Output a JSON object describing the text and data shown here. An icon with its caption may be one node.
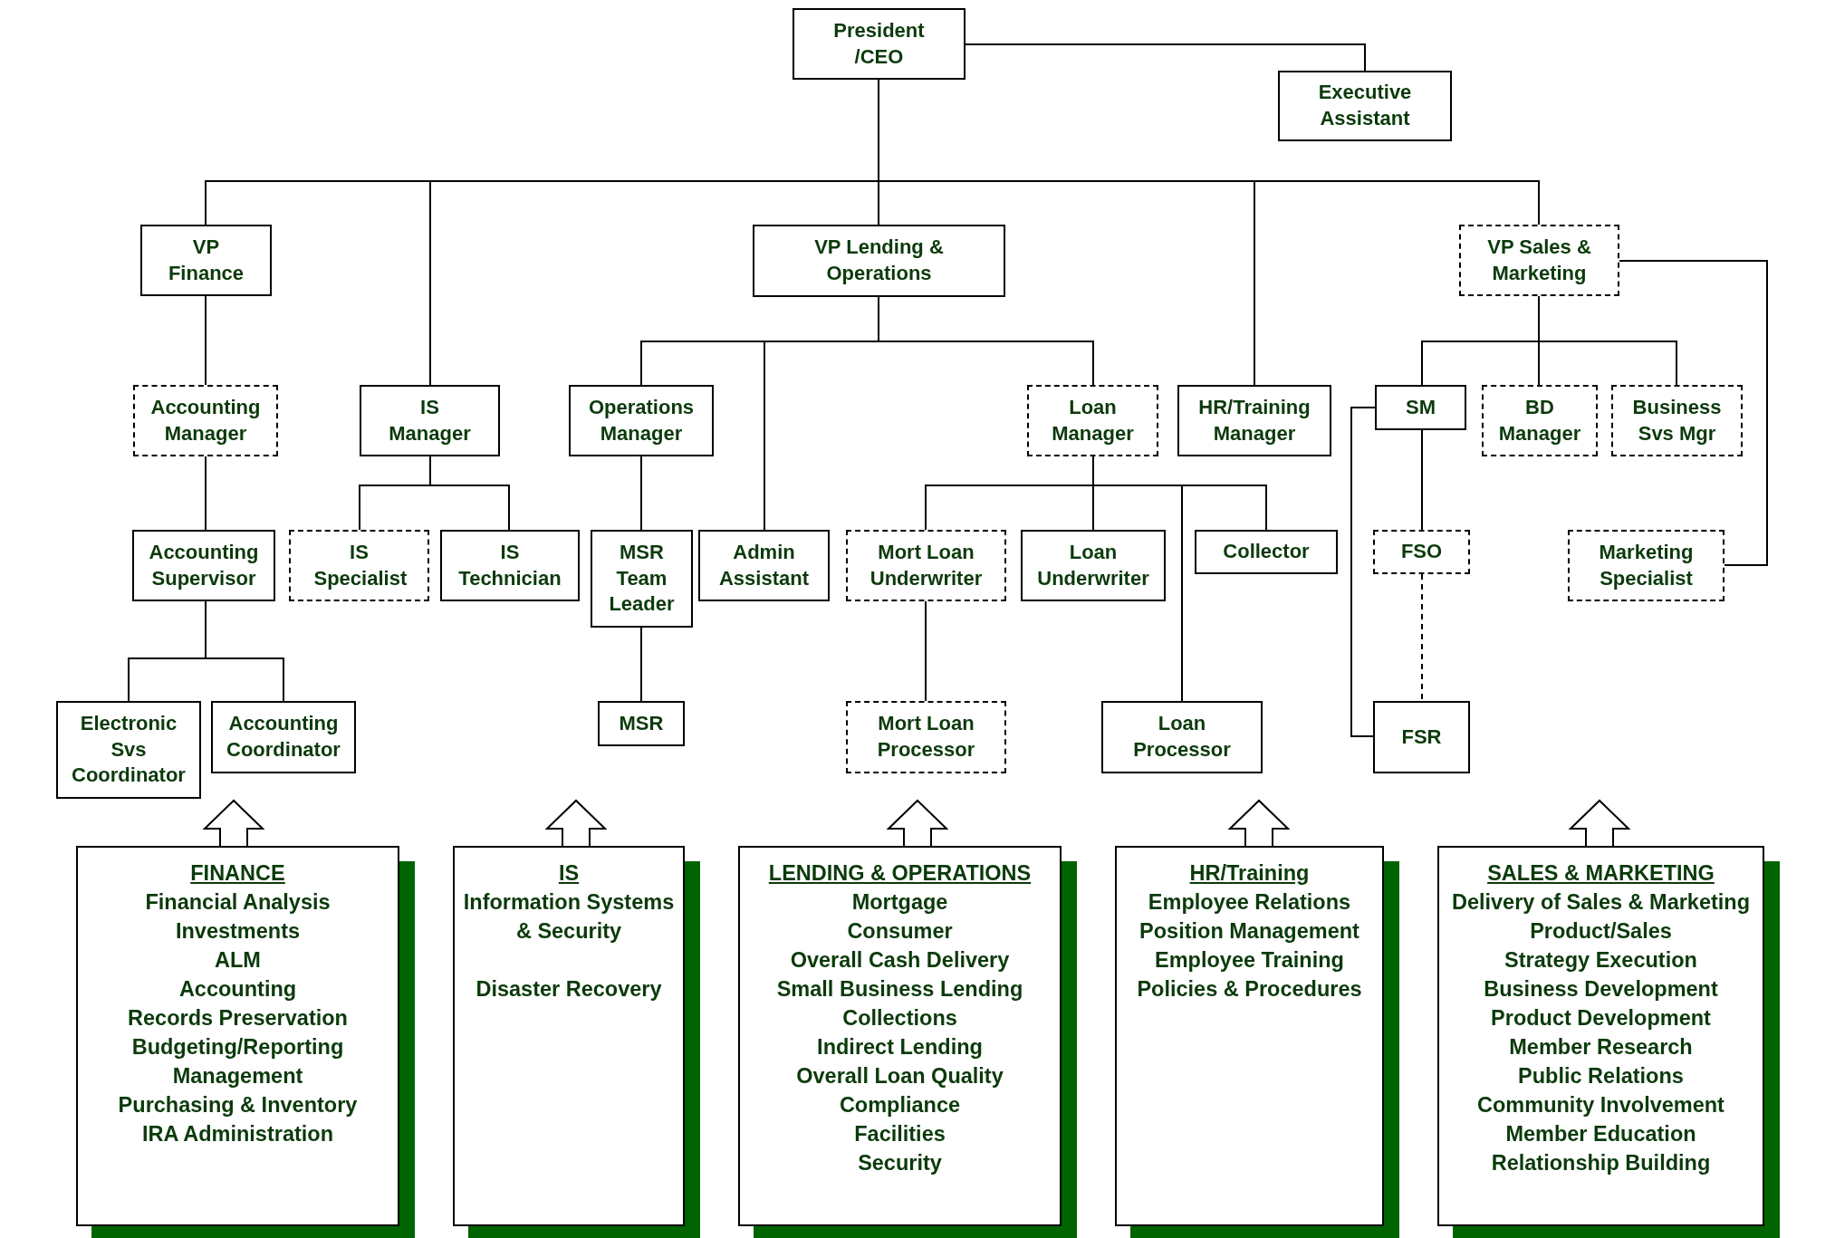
{
  "diagram": {
    "nodes": [
      {
        "text": [
          "President /CEO"
        ]
      },
      {
        "text": [
          "Executive Assistant"
        ]
      },
      {
        "text": [
          "VP Finance"
        ]
      },
      {
        "text": [
          "VP Lending & Operations"
        ]
      },
      {
        "text": [
          "VP Sales & Marketing"
        ]
      },
      {
        "text": [
          "Accounting Manager"
        ]
      },
      {
        "text": [
          "IS Manager"
        ]
      },
      {
        "text": [
          "Operations Manager"
        ]
      },
      {
        "text": [
          "Loan Manager"
        ]
      },
      {
        "text": [
          "HR/Training Manager"
        ]
      },
      {
        "text": [
          "SM"
        ]
      },
      {
        "text": [
          "BD Manager"
        ]
      },
      {
        "text": [
          "Business Svs Mgr"
        ]
      },
      {
        "text": [
          "Accounting Supervisor"
        ]
      },
      {
        "text": [
          "IS Specialist"
        ]
      },
      {
        "text": [
          "IS Technician"
        ]
      },
      {
        "text": [
          "MSR Team Leader"
        ]
      },
      {
        "text": [
          "Admin Assistant"
        ]
      },
      {
        "text": [
          "Mort Loan Underwriter"
        ]
      },
      {
        "text": [
          "Loan Underwriter"
        ]
      },
      {
        "text": [
          "Collector"
        ]
      },
      {
        "text": [
          "FSO"
        ]
      },
      {
        "text": [
          "Marketing Specialist"
        ]
      },
      {
        "text": [
          "Electronic Svs Coordinator"
        ]
      },
      {
        "text": [
          "Accounting Coordinator"
        ]
      },
      {
        "text": [
          "MSR"
        ]
      },
      {
        "text": [
          "Mort Loan Processor"
        ]
      },
      {
        "text": [
          "Loan Processor"
        ]
      },
      {
        "text": [
          "FSR"
        ]
      },
      {
        "text": [
          "FINANCE",
          "Financial Analysis",
          "Investments",
          "ALM",
          "Accounting",
          "Records Preservation",
          "Budgeting/Reporting Management",
          "Purchasing & Inventory",
          "IRA Administration"
        ]
      },
      {
        "text": [
          "IS",
          "Information Systems & Security",
          "Disaster Recovery"
        ]
      },
      {
        "text": [
          "LENDING & OPERATIONS",
          "Mortgage",
          "Consumer",
          "Overall Cash Delivery",
          "Small Business Lending",
          "Collections",
          "Indirect Lending",
          "Overall Loan Quality",
          "Compliance",
          "Facilities",
          "Security"
        ]
      },
      {
        "text": [
          "HR/Training",
          "Employee Relations",
          "Position Management",
          "Employee Training",
          "Policies & Procedures"
        ]
      },
      {
        "text": [
          "SALES & MARKETING",
          "Delivery of Sales & Marketing",
          "Product/Sales",
          "Strategy Execution",
          "Business Development",
          "Product Development",
          "Member Research",
          "Public Relations",
          "Community Involvement",
          "Member Education",
          "Relationship Building"
        ]
      }
    ],
    "edges": [
      {
        "from": 0,
        "to": 1,
        "arrow": "none"
      },
      {
        "from": 0,
        "to": 2,
        "arrow": "none"
      },
      {
        "from": 0,
        "to": 6,
        "arrow": "none"
      },
      {
        "from": 0,
        "to": 3,
        "arrow": "none"
      },
      {
        "from": 0,
        "to": 9,
        "arrow": "none"
      },
      {
        "from": 0,
        "to": 4,
        "arrow": "none"
      },
      {
        "from": 2,
        "to": 5,
        "arrow": "none"
      },
      {
        "from": 3,
        "to": 7,
        "arrow": "none"
      },
      {
        "from": 3,
        "to": 17,
        "arrow": "none"
      },
      {
        "from": 3,
        "to": 8,
        "arrow": "none"
      },
      {
        "from": 5,
        "to": 13,
        "arrow": "none"
      },
      {
        "from": 6,
        "to": 14,
        "arrow": "none"
      },
      {
        "from": 6,
        "to": 15,
        "arrow": "none"
      },
      {
        "from": 7,
        "to": 16,
        "arrow": "none"
      },
      {
        "from": 8,
        "to": 18,
        "arrow": "none"
      },
      {
        "from": 8,
        "to": 19,
        "arrow": "none"
      },
      {
        "from": 8,
        "to": 27,
        "arrow": "none"
      },
      {
        "from": 8,
        "to": 20,
        "arrow": "none"
      },
      {
        "from": 4,
        "to": 10,
        "arrow": "none"
      },
      {
        "from": 4,
        "to": 11,
        "arrow": "none"
      },
      {
        "from": 4,
        "to": 12,
        "arrow": "none"
      },
      {
        "from": 4,
        "to": 22,
        "arrow": "none"
      },
      {
        "from": 13,
        "to": 23,
        "arrow": "none"
      },
      {
        "from": 13,
        "to": 24,
        "arrow": "none"
      },
      {
        "from": 16,
        "to": 25,
        "arrow": "none"
      },
      {
        "from": 18,
        "to": 26,
        "arrow": "none"
      },
      {
        "from": 10,
        "to": 21,
        "arrow": "none"
      },
      {
        "from": 21,
        "to": 28,
        "arrow": "none",
        "style": "dashed"
      },
      {
        "from": 10,
        "to": 28,
        "arrow": "none"
      },
      {
        "from": 29,
        "to": null,
        "arrow": "to"
      },
      {
        "from": 30,
        "to": null,
        "arrow": "to"
      },
      {
        "from": 31,
        "to": null,
        "arrow": "to"
      },
      {
        "from": 32,
        "to": null,
        "arrow": "to"
      },
      {
        "from": 33,
        "to": null,
        "arrow": "to"
      }
    ]
  }
}
